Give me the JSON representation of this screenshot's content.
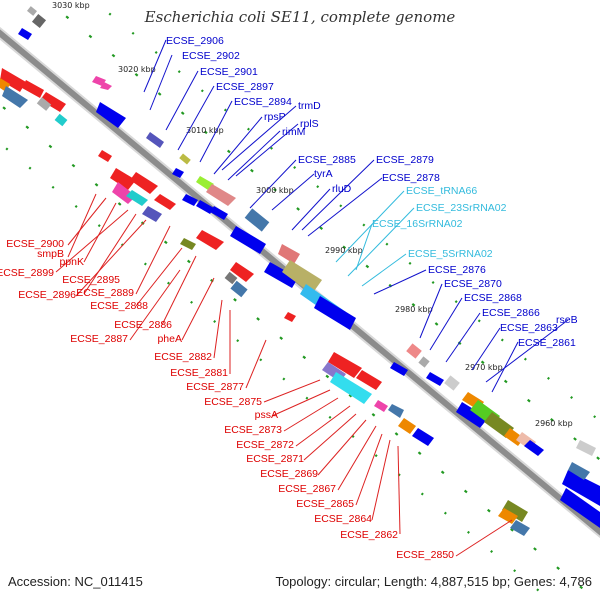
{
  "header": {
    "title": "Escherichia coli SE11, complete genome"
  },
  "footer": {
    "accession": "Accession: NC_011415",
    "summary": "Topology: circular; Length: 4,887,515 bp; Genes: 4,786"
  },
  "colors": {
    "reverse_label": "#dd0000",
    "forward_label": "#0000cc",
    "rna_label": "#33bbdd",
    "backbone": "#8c8c8c",
    "tick_mark": "#229922"
  },
  "ticks": [
    "3030 kbp",
    "3020 kbp",
    "3010 kbp",
    "3000 kbp",
    "2990 kbp",
    "2980 kbp",
    "2970 kbp",
    "2960 kbp"
  ],
  "labels": {
    "reverse": [
      "smpB",
      "ECSE_2900",
      "ppnK",
      "ECSE_2899",
      "ECSE_2895",
      "ECSE_2896",
      "ECSE_2889",
      "ECSE_2888",
      "ECSE_2886",
      "ECSE_2887",
      "pheA",
      "ECSE_2882",
      "ECSE_2881",
      "ECSE_2877",
      "ECSE_2875",
      "pssA",
      "ECSE_2873",
      "ECSE_2872",
      "ECSE_2871",
      "ECSE_2869",
      "ECSE_2867",
      "ECSE_2865",
      "ECSE_2864",
      "ECSE_2862",
      "ECSE_2850"
    ],
    "forward": [
      "ECSE_2906",
      "ECSE_2902",
      "ECSE_2901",
      "ECSE_2897",
      "ECSE_2894",
      "trmD",
      "rpsP",
      "rimM",
      "rplS",
      "ECSE_2885",
      "ECSE_2879",
      "tyrA",
      "ECSE_2878",
      "rluD",
      "ECSE_2876",
      "ECSE_2870",
      "ECSE_2868",
      "ECSE_2866",
      "rseB",
      "ECSE_2863",
      "ECSE_2861"
    ],
    "rna": [
      "ECSE_tRNA66",
      "ECSE_23SrRNA02",
      "ECSE_16SrRNA02",
      "ECSE_5SrRNA02"
    ]
  }
}
